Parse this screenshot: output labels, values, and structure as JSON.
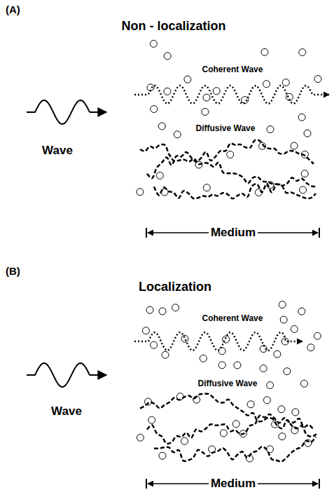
{
  "diagram": {
    "labels": [
      "(A)",
      "Non - localization",
      "Coherent Wave",
      "Diffusive Wave",
      "Wave",
      "Medium",
      "(B)",
      "Localization",
      "Coherent Wave",
      "Diffusive Wave",
      "Wave",
      "Medium"
    ]
  }
}
